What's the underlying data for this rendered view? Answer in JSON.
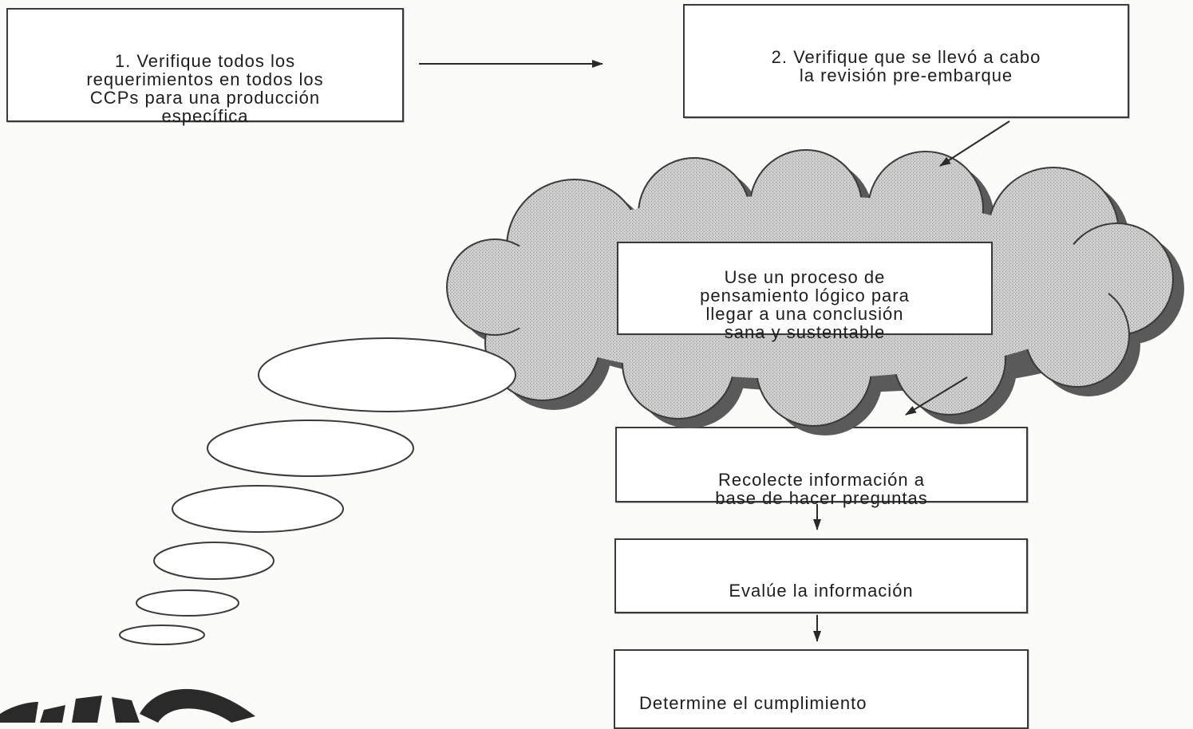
{
  "steps": {
    "step1": "1. Verifique todos los\nrequerimientos en todos los\nCCPs para una producción\nespecífica",
    "step2": "2. Verifique que se llevó a cabo\nla revisión pre-embarque",
    "thought": "Use un proceso de\npensamiento lógico para\nllegar a una conclusión\nsana y sustentable",
    "gather": "Recolecte información a\nbase de hacer preguntas",
    "evaluate": "Evalúe la información",
    "determine": "Determine el cumplimiento"
  },
  "colors": {
    "line": "#3a3a3a",
    "cloud_fill": "#c9c9c9",
    "cloud_shadow": "#5a5a5a",
    "logo": "#2a2a2a"
  }
}
